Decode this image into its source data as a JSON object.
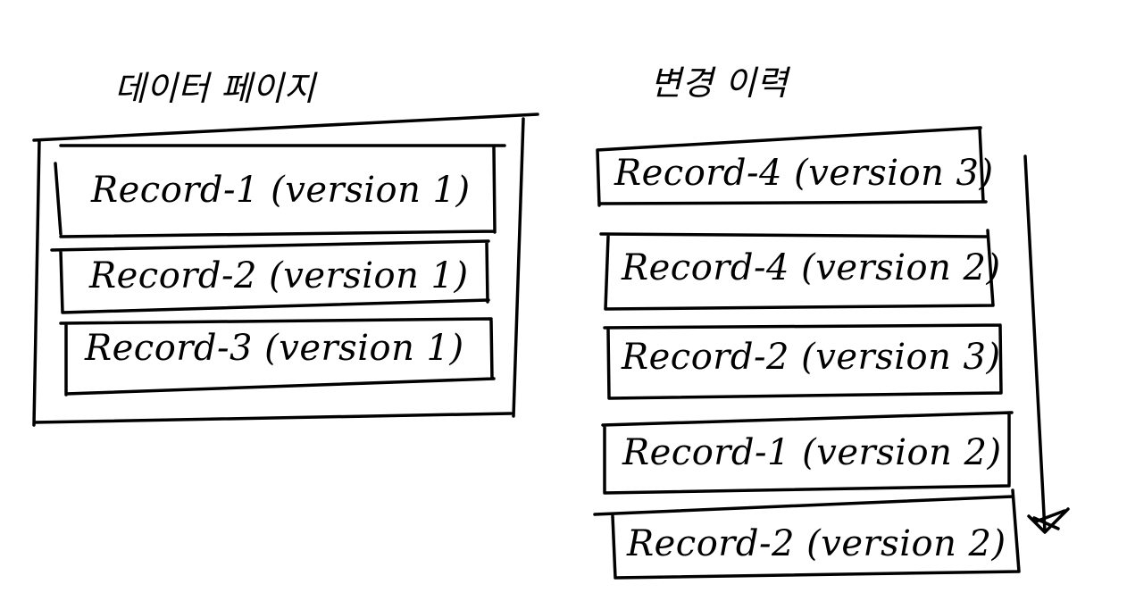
{
  "left_panel": {
    "title": "데이터 페이지",
    "records": [
      "Record-1 (version 1)",
      "Record-2 (version 1)",
      "Record-3 (version 1)"
    ]
  },
  "right_panel": {
    "title": "변경 이력",
    "records": [
      "Record-4 (version 3)",
      "Record-4 (version 2)",
      "Record-2 (version 3)",
      "Record-1 (version 2)",
      "Record-2 (version 2)"
    ]
  },
  "colors": {
    "ink": "#000000",
    "background": "#ffffff"
  }
}
